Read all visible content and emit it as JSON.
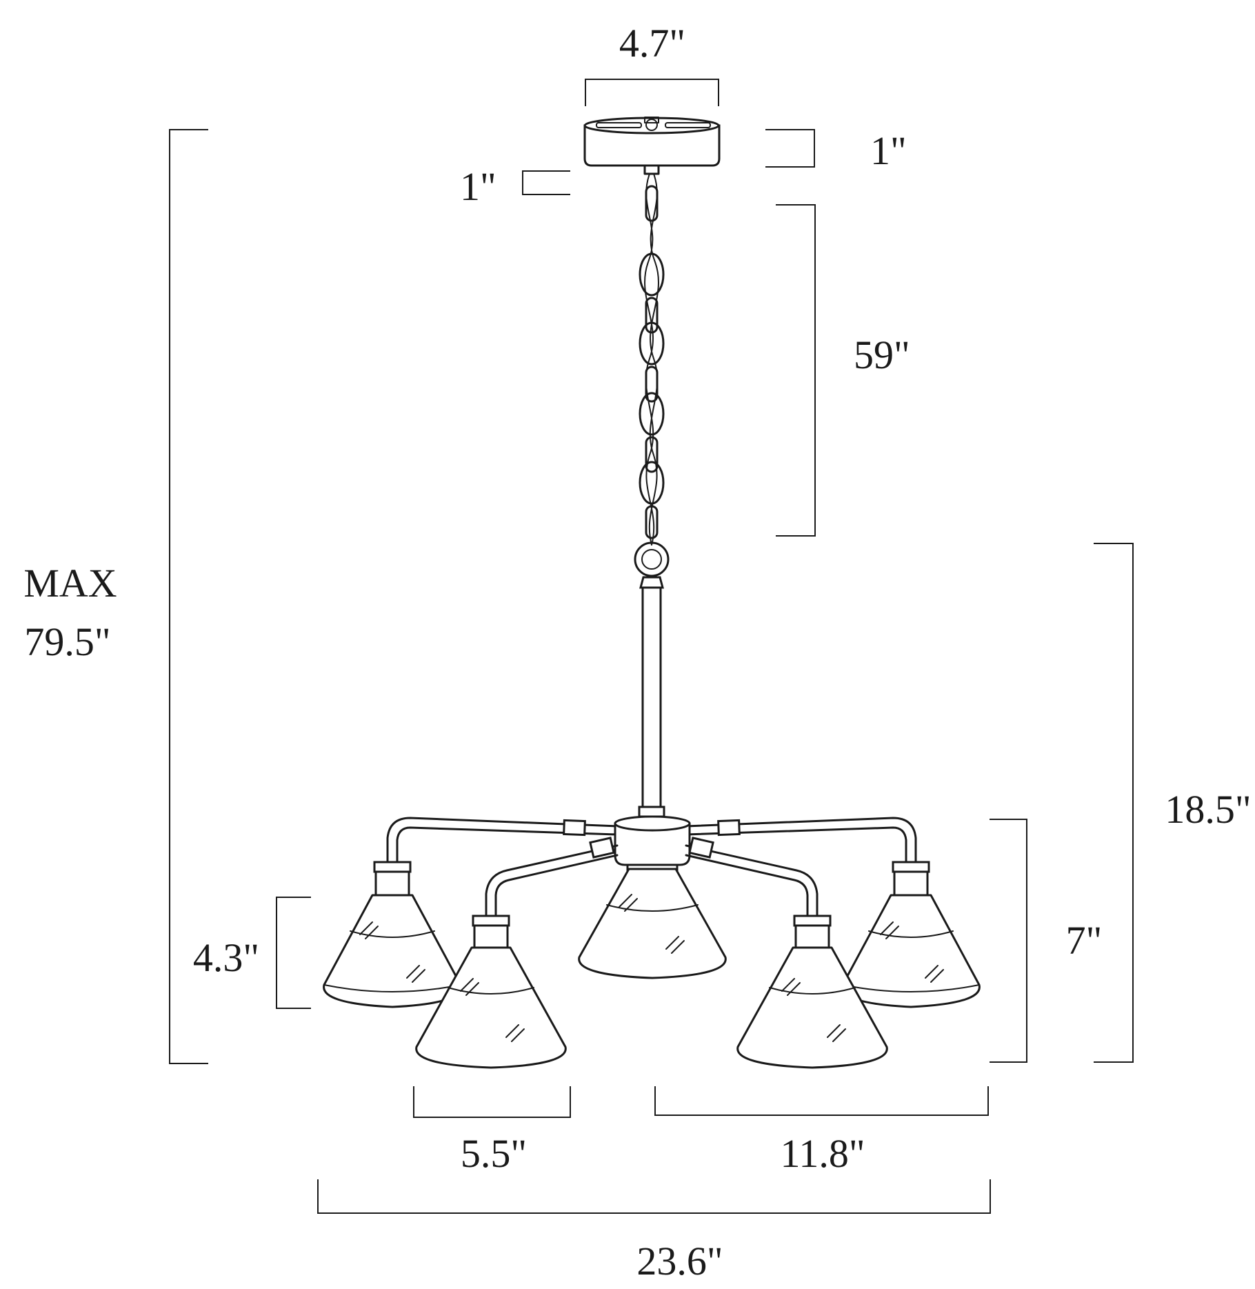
{
  "labels": {
    "canopy_width": "4.7\"",
    "canopy_height": "1\"",
    "canopy_stem": "1\"",
    "chain_length": "59\"",
    "max_prefix": "MAX",
    "max_height": "79.5\"",
    "body_height": "18.5\"",
    "shade_height": "4.3\"",
    "arm_drop": "7\"",
    "shade_width": "5.5\"",
    "half_width": "11.8\"",
    "total_width": "23.6\""
  },
  "colors": {
    "line": "#1a1a1a",
    "background": "#ffffff"
  }
}
